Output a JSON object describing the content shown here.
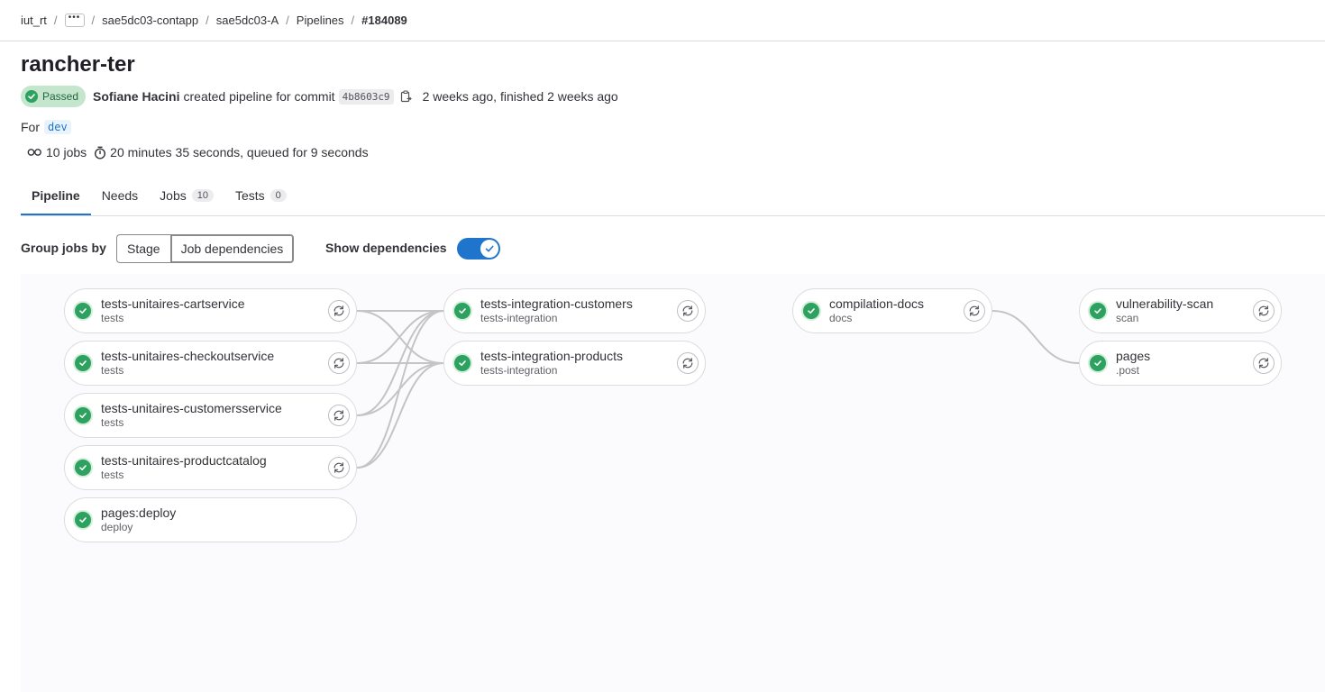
{
  "breadcrumb": {
    "items": [
      "iut_rt",
      "sae5dc03-contapp",
      "sae5dc03-A",
      "Pipelines",
      "#184089"
    ],
    "more_label": "•••"
  },
  "pipeline": {
    "title": "rancher-ter",
    "status": "Passed",
    "author": "Sofiane Hacini",
    "action": "created pipeline for commit",
    "sha": "4b8603c9",
    "time": "2 weeks ago, finished 2 weeks ago",
    "ref_prefix": "For",
    "ref": "dev",
    "jobs_count": "10 jobs",
    "duration": "20 minutes 35 seconds, queued for 9 seconds"
  },
  "tabs": [
    {
      "label": "Pipeline"
    },
    {
      "label": "Needs"
    },
    {
      "label": "Jobs",
      "count": "10"
    },
    {
      "label": "Tests",
      "count": "0"
    }
  ],
  "controls": {
    "group_label": "Group jobs by",
    "stage_label": "Stage",
    "deps_label": "Job dependencies",
    "show_label": "Show dependencies",
    "show_enabled": true
  },
  "colors": {
    "success": "#2da160",
    "accent": "#1f75cb",
    "link_line": "#c4c4c7"
  },
  "jobs": [
    {
      "name": "tests-unitaires-cartservice",
      "stage": "tests",
      "status": "success",
      "retry": true
    },
    {
      "name": "tests-unitaires-checkoutservice",
      "stage": "tests",
      "status": "success",
      "retry": true
    },
    {
      "name": "tests-unitaires-customersservice",
      "stage": "tests",
      "status": "success",
      "retry": true
    },
    {
      "name": "tests-unitaires-productcatalog",
      "stage": "tests",
      "status": "success",
      "retry": true
    },
    {
      "name": "pages:deploy",
      "stage": "deploy",
      "status": "success",
      "retry": false
    },
    {
      "name": "tests-integration-customers",
      "stage": "tests-integration",
      "status": "success",
      "retry": true
    },
    {
      "name": "tests-integration-products",
      "stage": "tests-integration",
      "status": "success",
      "retry": true
    },
    {
      "name": "compilation-docs",
      "stage": "docs",
      "status": "success",
      "retry": true
    },
    {
      "name": "vulnerability-scan",
      "stage": "scan",
      "status": "success",
      "retry": true
    },
    {
      "name": "pages",
      "stage": ".post",
      "status": "success",
      "retry": true
    }
  ]
}
